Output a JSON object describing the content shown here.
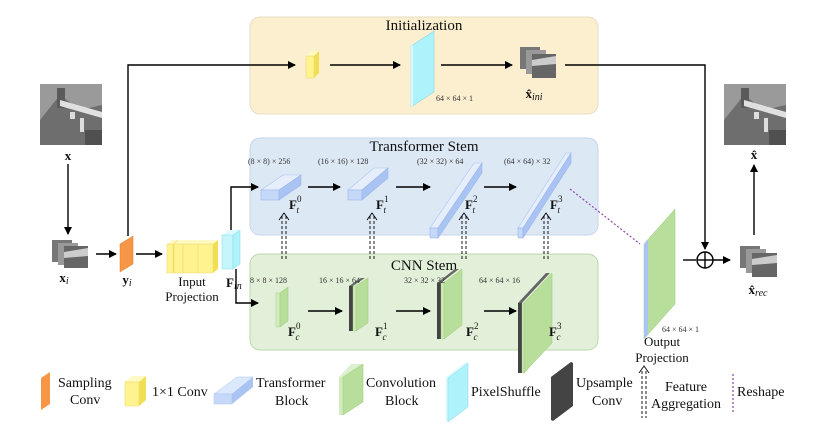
{
  "colors": {
    "init_bg": "#fcefcf",
    "transformer_bg": "#dde8f5",
    "cnn_bg": "#e2efd9",
    "sampling": "#f79646",
    "conv1x1": "#fff38f",
    "transformer_block": "#a9c4f3",
    "conv_block": "#b7de9a",
    "pixelshuffle": "#aef3fb",
    "upsample": "#4a4a4a",
    "reshape": "#8e44ad"
  },
  "sections": {
    "initialization": "Initialization",
    "transformer_stem": "Transformer Stem",
    "cnn_stem": "CNN Stem"
  },
  "labels": {
    "x": "x",
    "xi": "x",
    "xi_sub": "i",
    "yi": "y",
    "yi_sub": "i",
    "input_projection_1": "Input",
    "input_projection_2": "Projection",
    "fin": "F",
    "fin_sub": "in",
    "xini": "x̂",
    "xini_sub": "ini",
    "xrec": "x̂",
    "xrec_sub": "rec",
    "xhat": "x̂",
    "output_projection_1": "Output",
    "output_projection_2": "Projection"
  },
  "dims": {
    "init": "64 × 64 × 1",
    "output": "64 × 64 × 1",
    "transformer": [
      "(8 × 8) × 256",
      "(16 × 16) × 128",
      "(32 × 32) × 64",
      "(64 × 64) × 32"
    ],
    "cnn": [
      "8 × 8 × 128",
      "16 × 16 × 64",
      "32 × 32 × 32",
      "64 × 64 × 16"
    ]
  },
  "features": {
    "transformer": [
      {
        "base": "F",
        "sub": "t",
        "sup": "0"
      },
      {
        "base": "F",
        "sub": "t",
        "sup": "1"
      },
      {
        "base": "F",
        "sub": "t",
        "sup": "2"
      },
      {
        "base": "F",
        "sub": "t",
        "sup": "3"
      }
    ],
    "cnn": [
      {
        "base": "F",
        "sub": "c",
        "sup": "0"
      },
      {
        "base": "F",
        "sub": "c",
        "sup": "1"
      },
      {
        "base": "F",
        "sub": "c",
        "sup": "2"
      },
      {
        "base": "F",
        "sub": "c",
        "sup": "3"
      }
    ]
  },
  "legend": [
    {
      "key": "sampling",
      "line1": "Sampling",
      "line2": "Conv"
    },
    {
      "key": "conv1x1",
      "line1": "1×1 Conv",
      "line2": ""
    },
    {
      "key": "transformer",
      "line1": "Transformer",
      "line2": "Block"
    },
    {
      "key": "convolution",
      "line1": "Convolution",
      "line2": "Block"
    },
    {
      "key": "pixelshuffle",
      "line1": "PixelShuffle",
      "line2": ""
    },
    {
      "key": "upsample",
      "line1": "Upsample",
      "line2": "Conv"
    },
    {
      "key": "aggregation",
      "line1": "Feature",
      "line2": "Aggregation"
    },
    {
      "key": "reshape",
      "line1": "Reshape",
      "line2": ""
    }
  ]
}
